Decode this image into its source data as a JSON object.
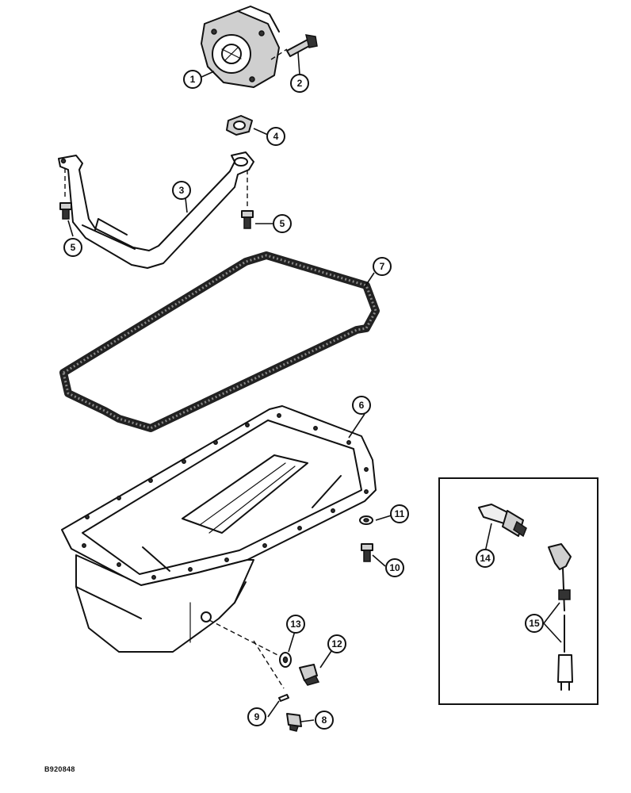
{
  "diagram": {
    "figure_id": "B920848",
    "callouts": [
      "1",
      "2",
      "3",
      "4",
      "5",
      "5",
      "6",
      "7",
      "8",
      "9",
      "10",
      "11",
      "12",
      "13",
      "14",
      "15"
    ]
  }
}
